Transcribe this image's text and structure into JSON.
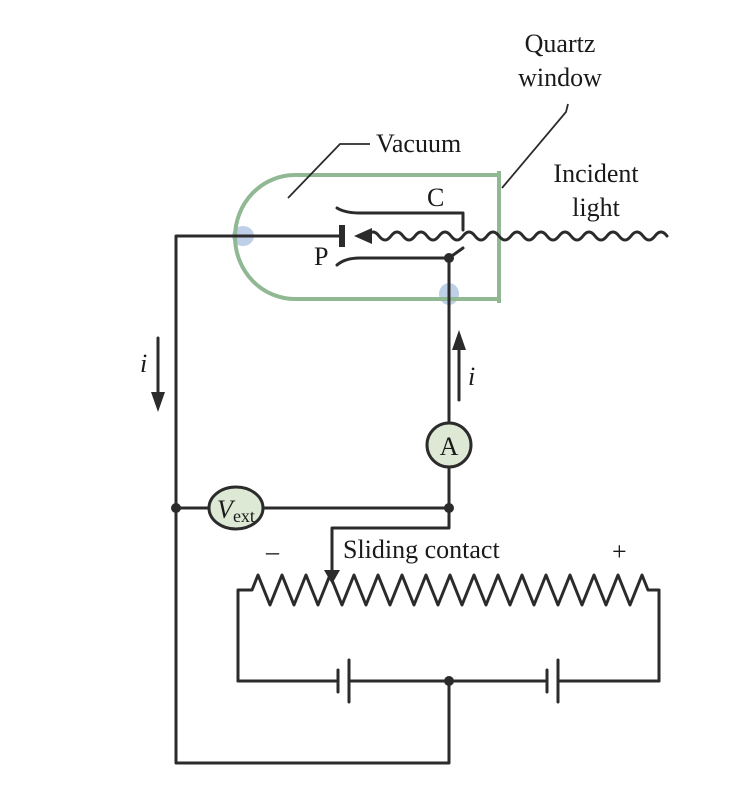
{
  "labels": {
    "quartz_line1": "Quartz",
    "quartz_line2": "window",
    "vacuum": "Vacuum",
    "incident_line1": "Incident",
    "incident_line2": "light",
    "collector": "C",
    "plate": "P",
    "current_left": "i",
    "current_right": "i",
    "ammeter": "A",
    "voltmeter_main": "V",
    "voltmeter_sub": "ext",
    "sliding_contact": "Sliding contact",
    "minus": "–",
    "plus": "+"
  },
  "colors": {
    "wire": "#2b2b2b",
    "tube": "#8fb893",
    "meter_fill": "#dde8d5",
    "contact_glow": "#a9bfe0"
  }
}
